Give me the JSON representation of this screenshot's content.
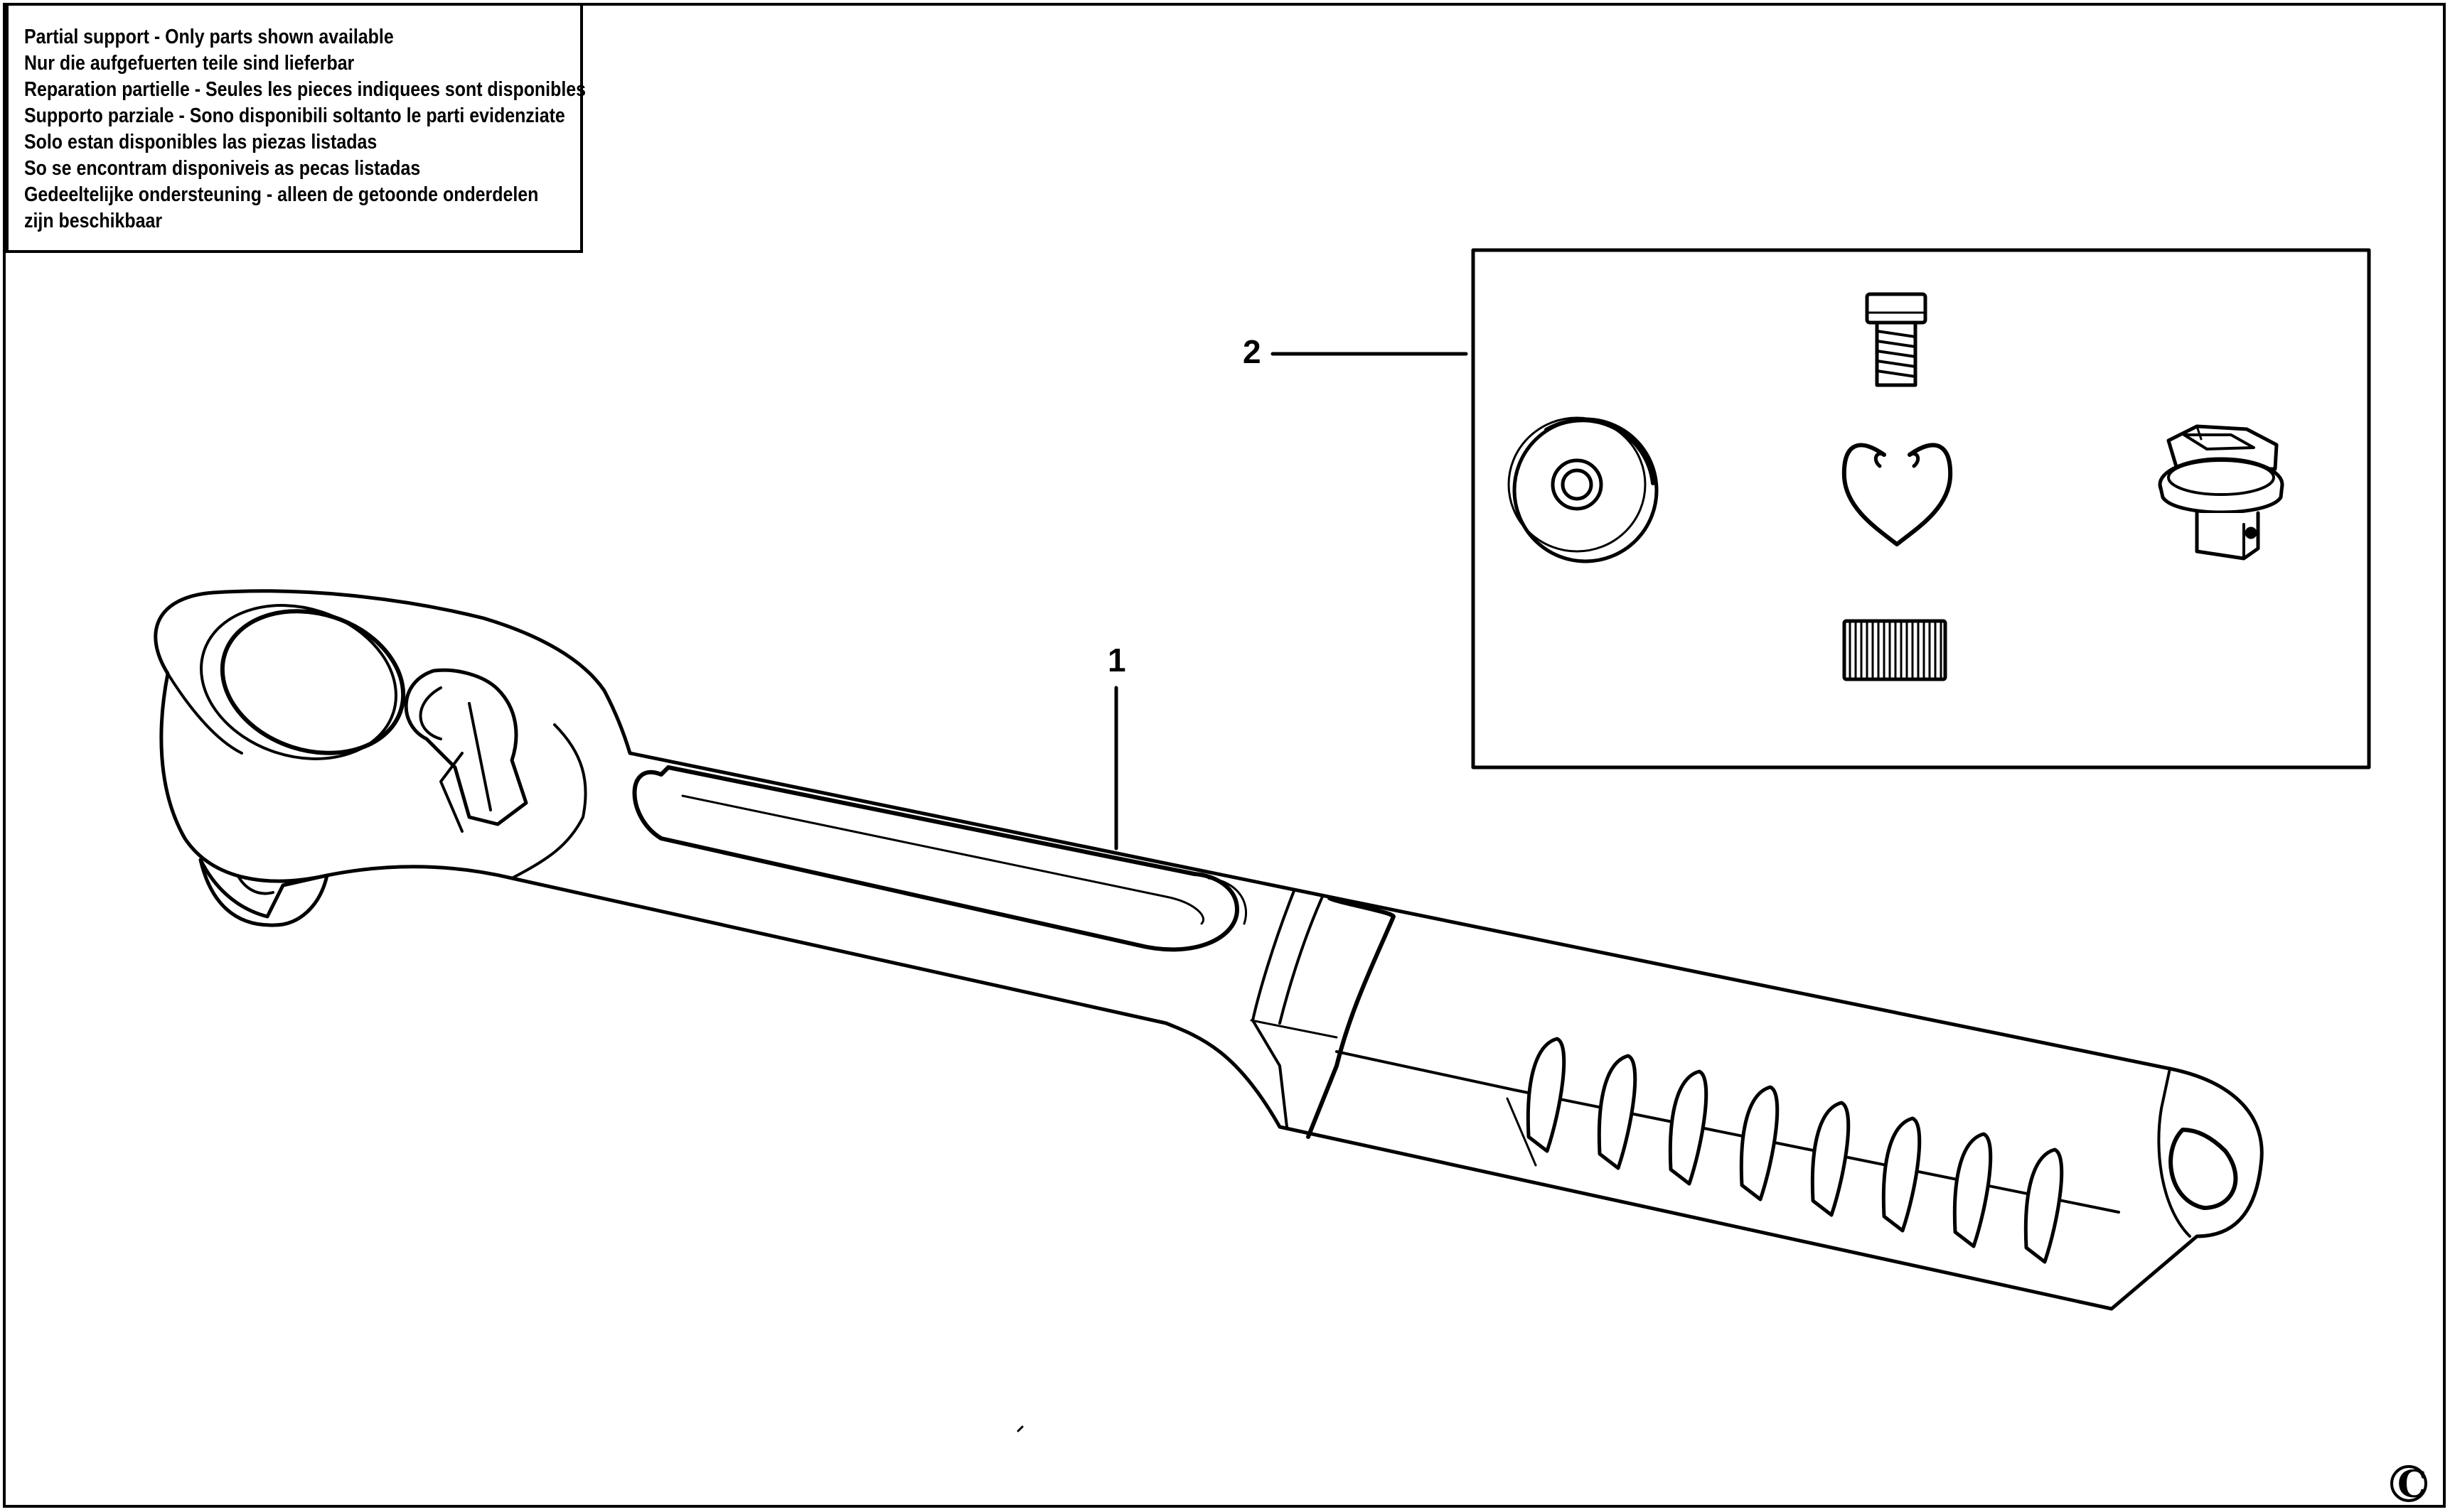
{
  "notice": {
    "lines": [
      "Partial support - Only parts shown available",
      "Nur die aufgefuerten teile sind lieferbar",
      "Reparation partielle - Seules les pieces indiquees sont disponibles",
      "Supporto parziale - Sono disponibili soltanto le parti evidenziate",
      "Solo estan disponibles las piezas listadas",
      "So se encontram disponiveis as pecas listadas",
      "Gedeeltelijke ondersteuning - alleen de getoonde onderdelen",
      "zijn beschikbaar"
    ]
  },
  "callouts": {
    "ratchet": "1",
    "repair_kit": "2"
  },
  "copyright": "C",
  "parts": {
    "ratchet": {
      "icon": "ratchet-wrench-icon"
    },
    "repair_kit": {
      "items": [
        {
          "icon": "screw-icon"
        },
        {
          "icon": "cover-plate-icon"
        },
        {
          "icon": "spring-clip-icon"
        },
        {
          "icon": "drive-square-icon"
        },
        {
          "icon": "ratchet-gear-icon"
        }
      ]
    }
  }
}
